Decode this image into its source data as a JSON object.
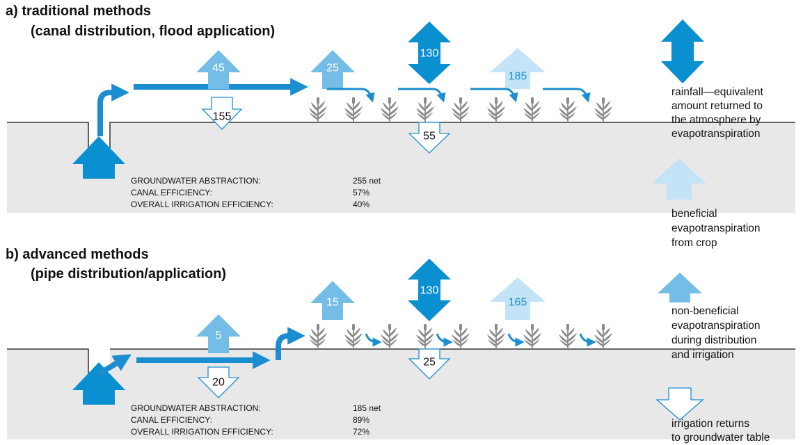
{
  "colors": {
    "ground": "#e8e8e8",
    "rainfall": "#0a8fd1",
    "beneficial": "#c3e3f6",
    "non_beneficial": "#74bde6",
    "flow": "#1a8ed1",
    "plant": "#8a8a8a"
  },
  "panel_a": {
    "title_line1": "a)  traditional methods",
    "title_line2": "(canal distribution, flood application)",
    "values": {
      "non_beneficial_canal": "45",
      "irrigation_return_canal": "155",
      "non_beneficial_field": "25",
      "rainfall": "130",
      "irrigation_return_field": "55",
      "beneficial": "185"
    },
    "stats": [
      {
        "label": "GROUNDWATER ABSTRACTION:",
        "value": "255 net"
      },
      {
        "label": "CANAL EFFICIENCY:",
        "value": "57%"
      },
      {
        "label": "OVERALL IRRIGATION EFFICIENCY:",
        "value": "40%"
      }
    ]
  },
  "panel_b": {
    "title_line1": "b)  advanced methods",
    "title_line2": "(pipe distribution/application)",
    "values": {
      "non_beneficial_canal": "5",
      "irrigation_return_canal": "20",
      "non_beneficial_field": "15",
      "rainfall": "130",
      "irrigation_return_field": "25",
      "beneficial": "165"
    },
    "stats": [
      {
        "label": "GROUNDWATER ABSTRACTION:",
        "value": "185 net"
      },
      {
        "label": "CANAL EFFICIENCY:",
        "value": "89%"
      },
      {
        "label": "OVERALL IRRIGATION EFFICIENCY:",
        "value": "72%"
      }
    ]
  },
  "legend": {
    "rainfall": [
      "rainfall—equivalent",
      "amount returned to",
      "the atmosphere by",
      "evapotranspiration"
    ],
    "beneficial": [
      "beneficial",
      "evapotranspiration",
      "from crop"
    ],
    "non_beneficial": [
      "non-beneficial",
      "evapotranspiration",
      "during distribution",
      "and irrigation"
    ],
    "returns": [
      "irrigation returns",
      "to groundwater table"
    ]
  }
}
